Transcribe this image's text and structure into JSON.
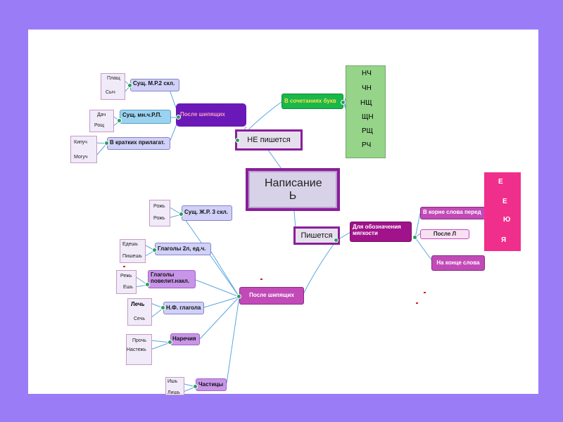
{
  "center": "Написание Ь",
  "ne": {
    "label": "НЕ пишется",
    "after_hissing": "После шипящих",
    "combinations": "В сочетаниях букв",
    "letters": [
      "НЧ",
      "ЧН",
      "НЩ",
      "ЩН",
      "РЩ",
      "РЧ"
    ],
    "noun_m": {
      "label": "Сущ. М.Р.2 скл.",
      "ex1": "Плащ",
      "ex2": "Сыч"
    },
    "noun_pl": {
      "label": "Сущ. мн.ч.Р.П.",
      "ex1": "Дач",
      "ex2": "Рощ"
    },
    "short_adj": {
      "label": "В кратких прилагат.",
      "ex1": "Кипуч",
      "ex2": "Могуч"
    }
  },
  "yes": {
    "label": "Пишется",
    "softness": "Для обозначения мягкости",
    "in_root": "В корне слова перед",
    "vowels": [
      "Е",
      "Е",
      "Ю",
      "Я"
    ],
    "after_l": "После Л",
    "end_word": "На конце слова",
    "after_hissing": "После шипящих",
    "noun_f": {
      "label": "Сущ. Ж.Р. 3 скл.",
      "ex1": "Рожь",
      "ex2": "Рожь"
    },
    "verbs2": {
      "label": "Глаголы 2л, ед.ч.",
      "ex1": "Едешь",
      "ex2": "Пишешь"
    },
    "verbs_imp": {
      "label": "Глаголы повелит.накл.",
      "ex1": "Режь",
      "ex2": "Ешь"
    },
    "inf": {
      "label": "Н.Ф. глагола",
      "ex1": "Лечь",
      "ex2": "Сечь"
    },
    "adverbs": {
      "label": "Наречия",
      "ex1": "Прочь",
      "ex2": "Настежь"
    },
    "particles": {
      "label": "Частицы",
      "ex1": "Ишь",
      "ex2": "Лишь"
    }
  },
  "colors": {
    "background": "#9b7cf7",
    "center": "#8a1e9a",
    "letters_box": "#96d48a",
    "vowels_box": "#f02f8c",
    "link": "#5aa6e0"
  }
}
